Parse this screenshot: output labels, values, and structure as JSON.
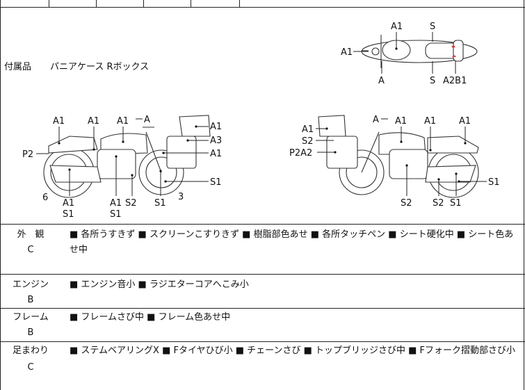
{
  "accessory": {
    "label": "付属品",
    "value": "パニアケース Rボックス"
  },
  "diagram": {
    "top_view_labels": [
      "A1",
      "S",
      "A1",
      "A",
      "S",
      "A2B1"
    ],
    "left_view_labels": [
      "A1",
      "A1",
      "A1",
      "A",
      "A1",
      "A3",
      "A1",
      "P2",
      "S1",
      "6",
      "A1",
      "S1",
      "A1",
      "S1",
      "S2",
      "S1",
      "3"
    ],
    "right_view_labels": [
      "A",
      "A1",
      "A1",
      "A1",
      "A1",
      "S2",
      "P2A2",
      "S1",
      "S2",
      "S2",
      "S1"
    ]
  },
  "sections": [
    {
      "name": "外　観",
      "grade": "C",
      "items": "■ 各所うすきず ■ スクリーンこすりきず ■ 樹脂部色あせ ■ 各所タッチペン ■ シート硬化中 ■ シート色あせ中"
    },
    {
      "name": "エンジン",
      "grade": "B",
      "items": "■ エンジン音小 ■ ラジエターコアへこみ小"
    },
    {
      "name": "フレーム",
      "grade": "B",
      "items": "■ フレームさび中 ■ フレーム色あせ中"
    },
    {
      "name": "足まわり",
      "grade": "C",
      "items": "■ ステムベアリングX ■ Fタイヤひび小 ■ チェーンさび ■ トップブリッジさび中 ■ Fフォーク摺動部さび小"
    }
  ]
}
